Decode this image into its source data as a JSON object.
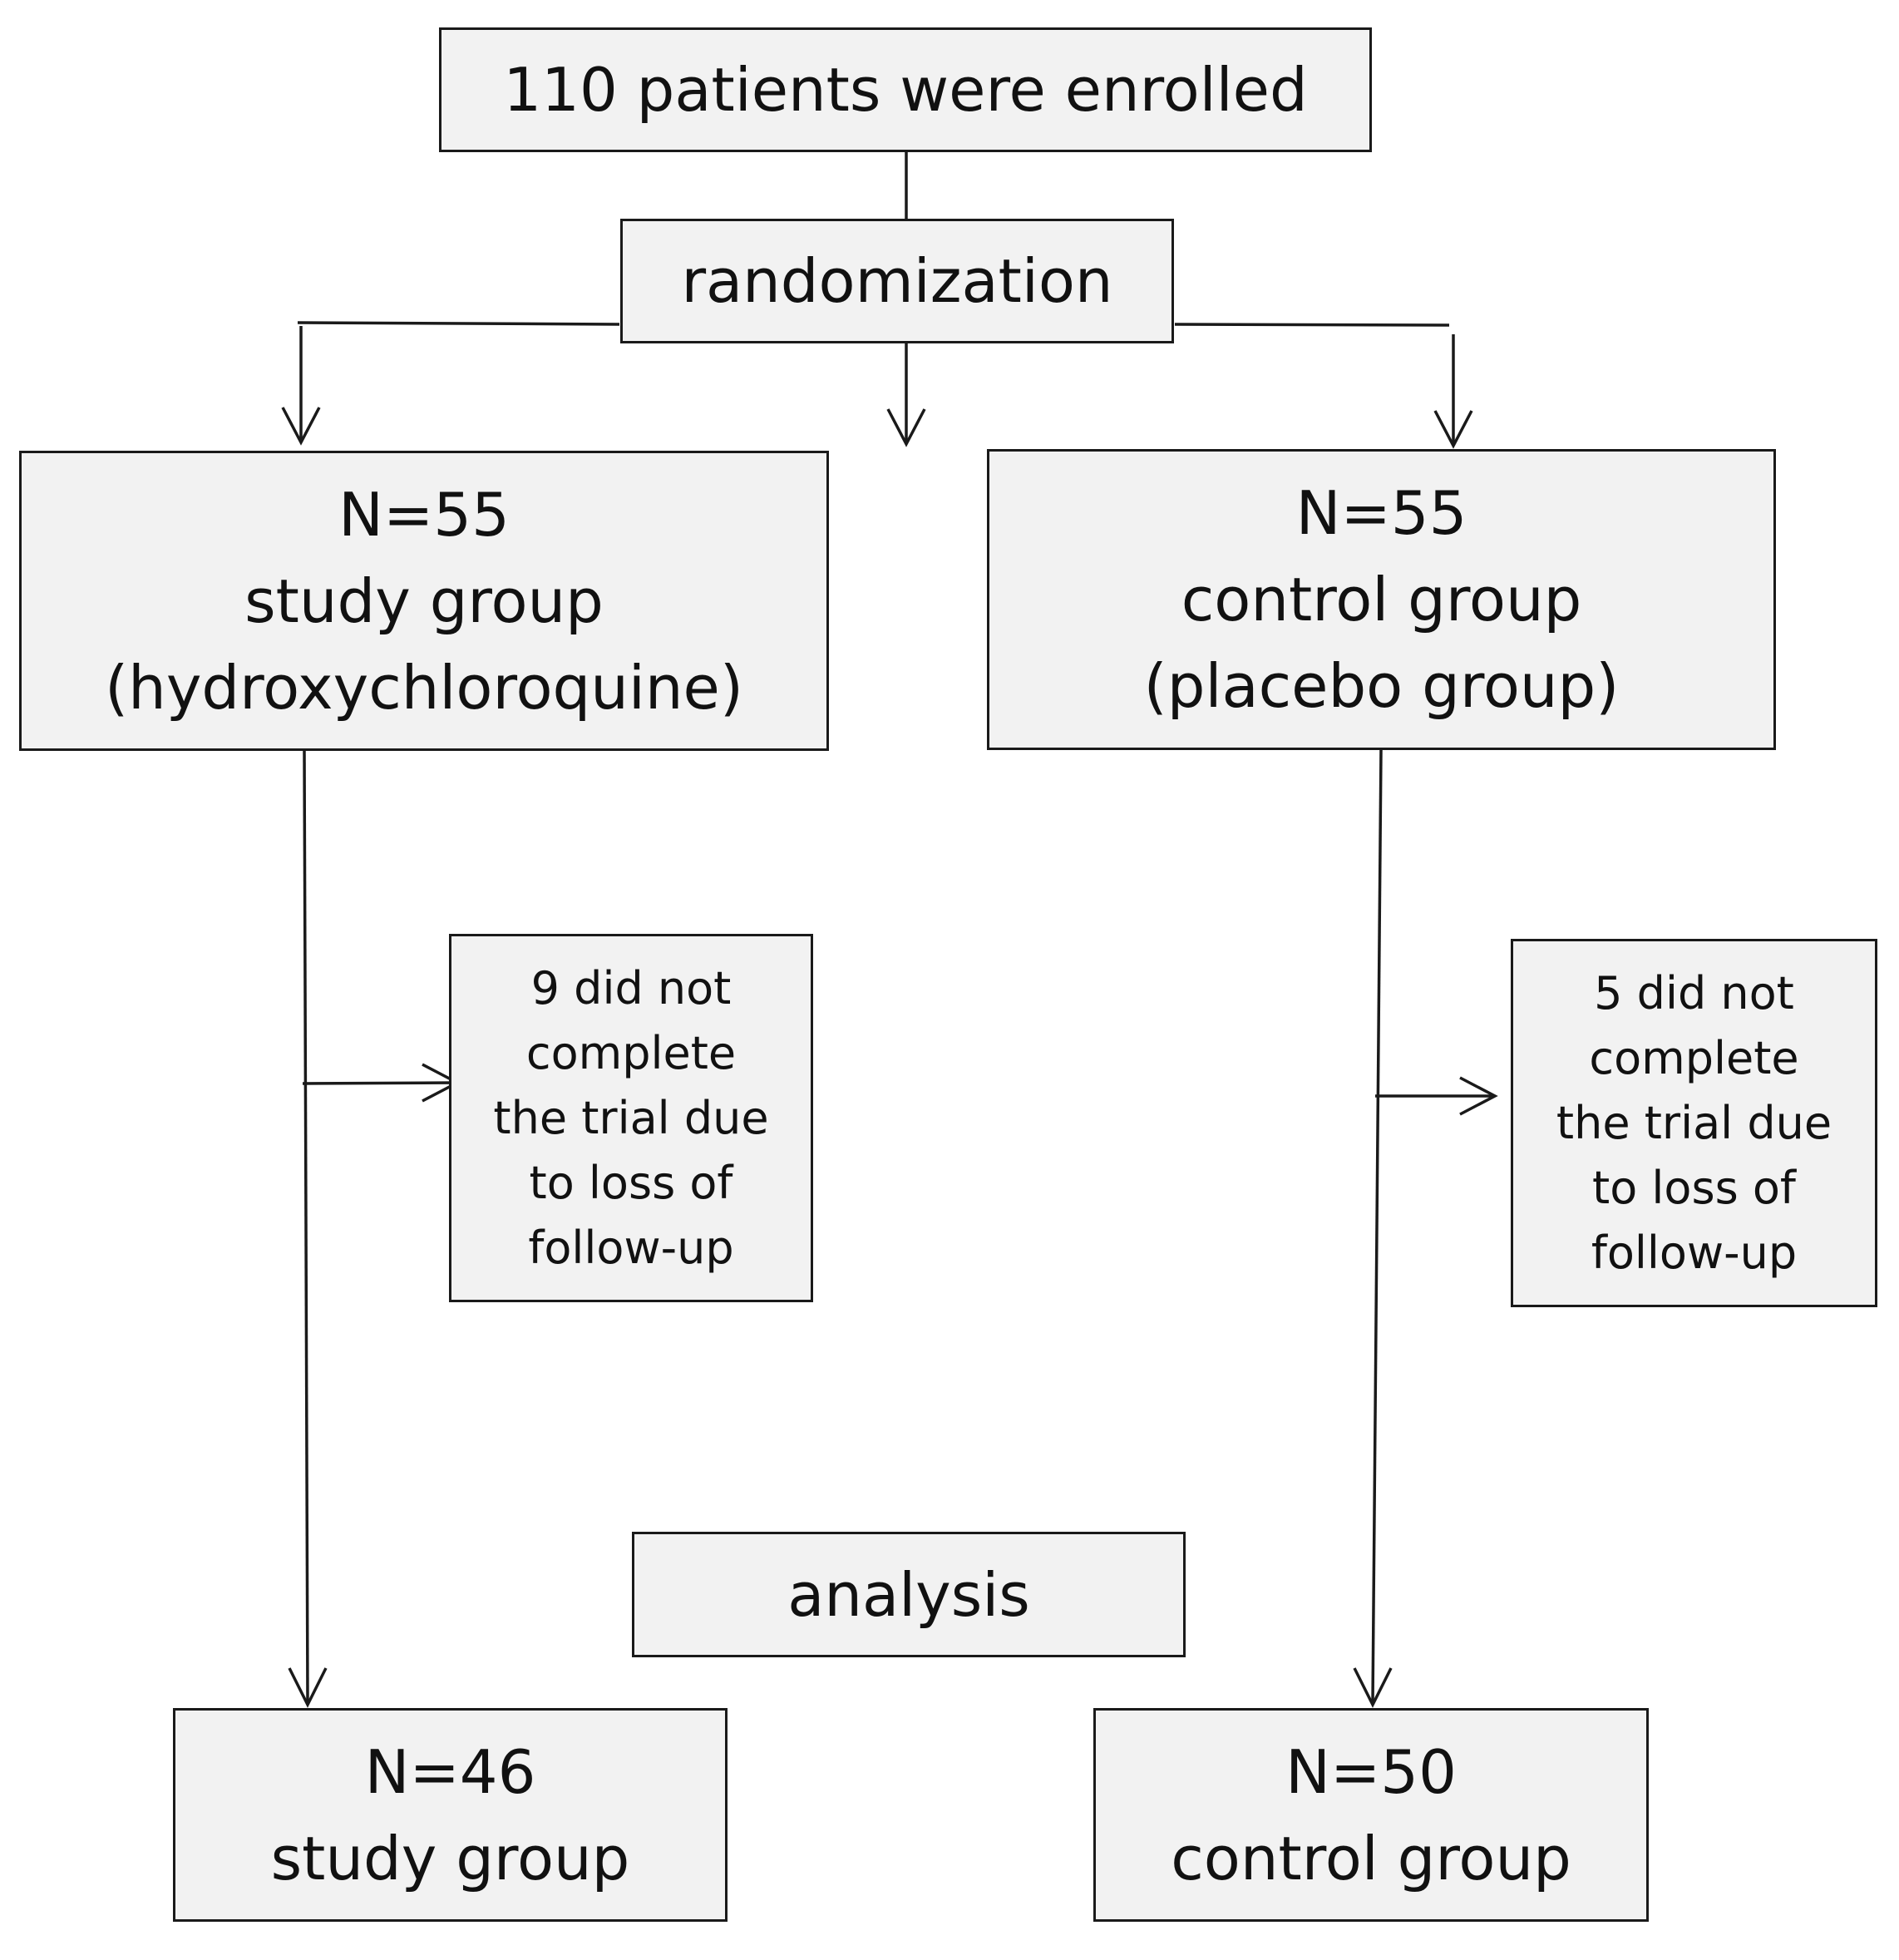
{
  "enrolled": {
    "text": "110 patients were enrolled"
  },
  "randomization": {
    "text": "randomization"
  },
  "study_group": {
    "count": "N=55",
    "label": "study group",
    "detail": "(hydroxychloroquine)"
  },
  "control_group": {
    "count": "N=55",
    "label": "control group",
    "detail": "(placebo group)"
  },
  "study_dropout": {
    "lines": [
      "9 did not",
      "complete",
      "the trial due",
      "to loss of",
      "follow-up"
    ]
  },
  "control_dropout": {
    "lines": [
      "5 did not",
      "complete",
      "the trial due",
      "to loss of",
      "follow-up"
    ]
  },
  "analysis": {
    "text": "analysis"
  },
  "study_final": {
    "count": "N=46",
    "label": "study group"
  },
  "control_final": {
    "count": "N=50",
    "label": "control group"
  }
}
